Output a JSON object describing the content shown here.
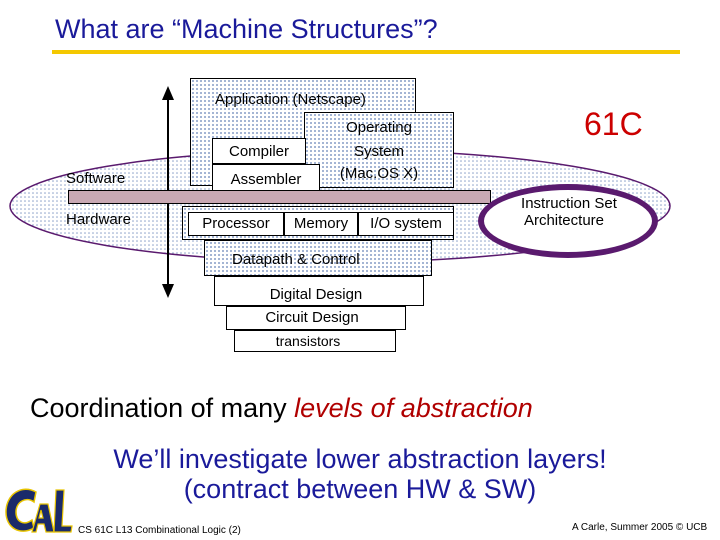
{
  "title": "What are “Machine Structures”?",
  "diagram": {
    "application": "Application (Netscape)",
    "compiler": "Compiler",
    "assembler": "Assembler",
    "os_line1": "Operating",
    "os_line2": "System",
    "os_line3": "(Mac.OS X)",
    "software": "Software",
    "hardware": "Hardware",
    "processor": "Processor",
    "memory": "Memory",
    "io": "I/O system",
    "datapath": "Datapath & Control",
    "digital": "Digital Design",
    "circuit": "Circuit Design",
    "transistors": "transistors",
    "isa_line1": "Instruction Set",
    "isa_line2": "Architecture",
    "course_tag": "61C"
  },
  "coordination": {
    "prefix": "Coordination of many ",
    "emphasis": "levels of abstraction"
  },
  "investigate": {
    "line1": "We’ll investigate lower abstraction layers!",
    "line2": "(contract between HW & SW)"
  },
  "footer": {
    "left": "CS 61C L13 Combinational Logic (2)",
    "right": "A Carle, Summer 2005 © UCB"
  },
  "colors": {
    "title": "#1a1a9a",
    "accent_red": "#cc0000",
    "isa_ring": "#5a1a6e",
    "rule": "#f4c800",
    "logo": "#1a2a6a"
  }
}
